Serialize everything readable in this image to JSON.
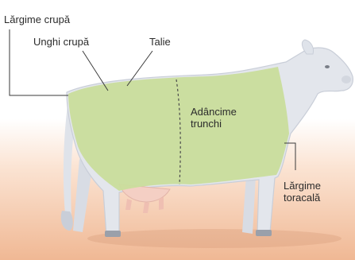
{
  "labels": {
    "rump_width": "Lărgime crupă",
    "rump_angle": "Unghi crupă",
    "stature": "Talie",
    "body_depth_line1": "Adâncime",
    "body_depth_line2": "trunchi",
    "chest_width_line1": "Lărgime",
    "chest_width_line2": "toracală"
  },
  "colors": {
    "cow_body": "#e3e6ec",
    "cow_outline": "#c9ced8",
    "highlight_zone": "#c9dd9c",
    "ground_top": "#fbe2cf",
    "ground_bottom": "#f1b997",
    "leader_line": "#3a3a3a"
  }
}
